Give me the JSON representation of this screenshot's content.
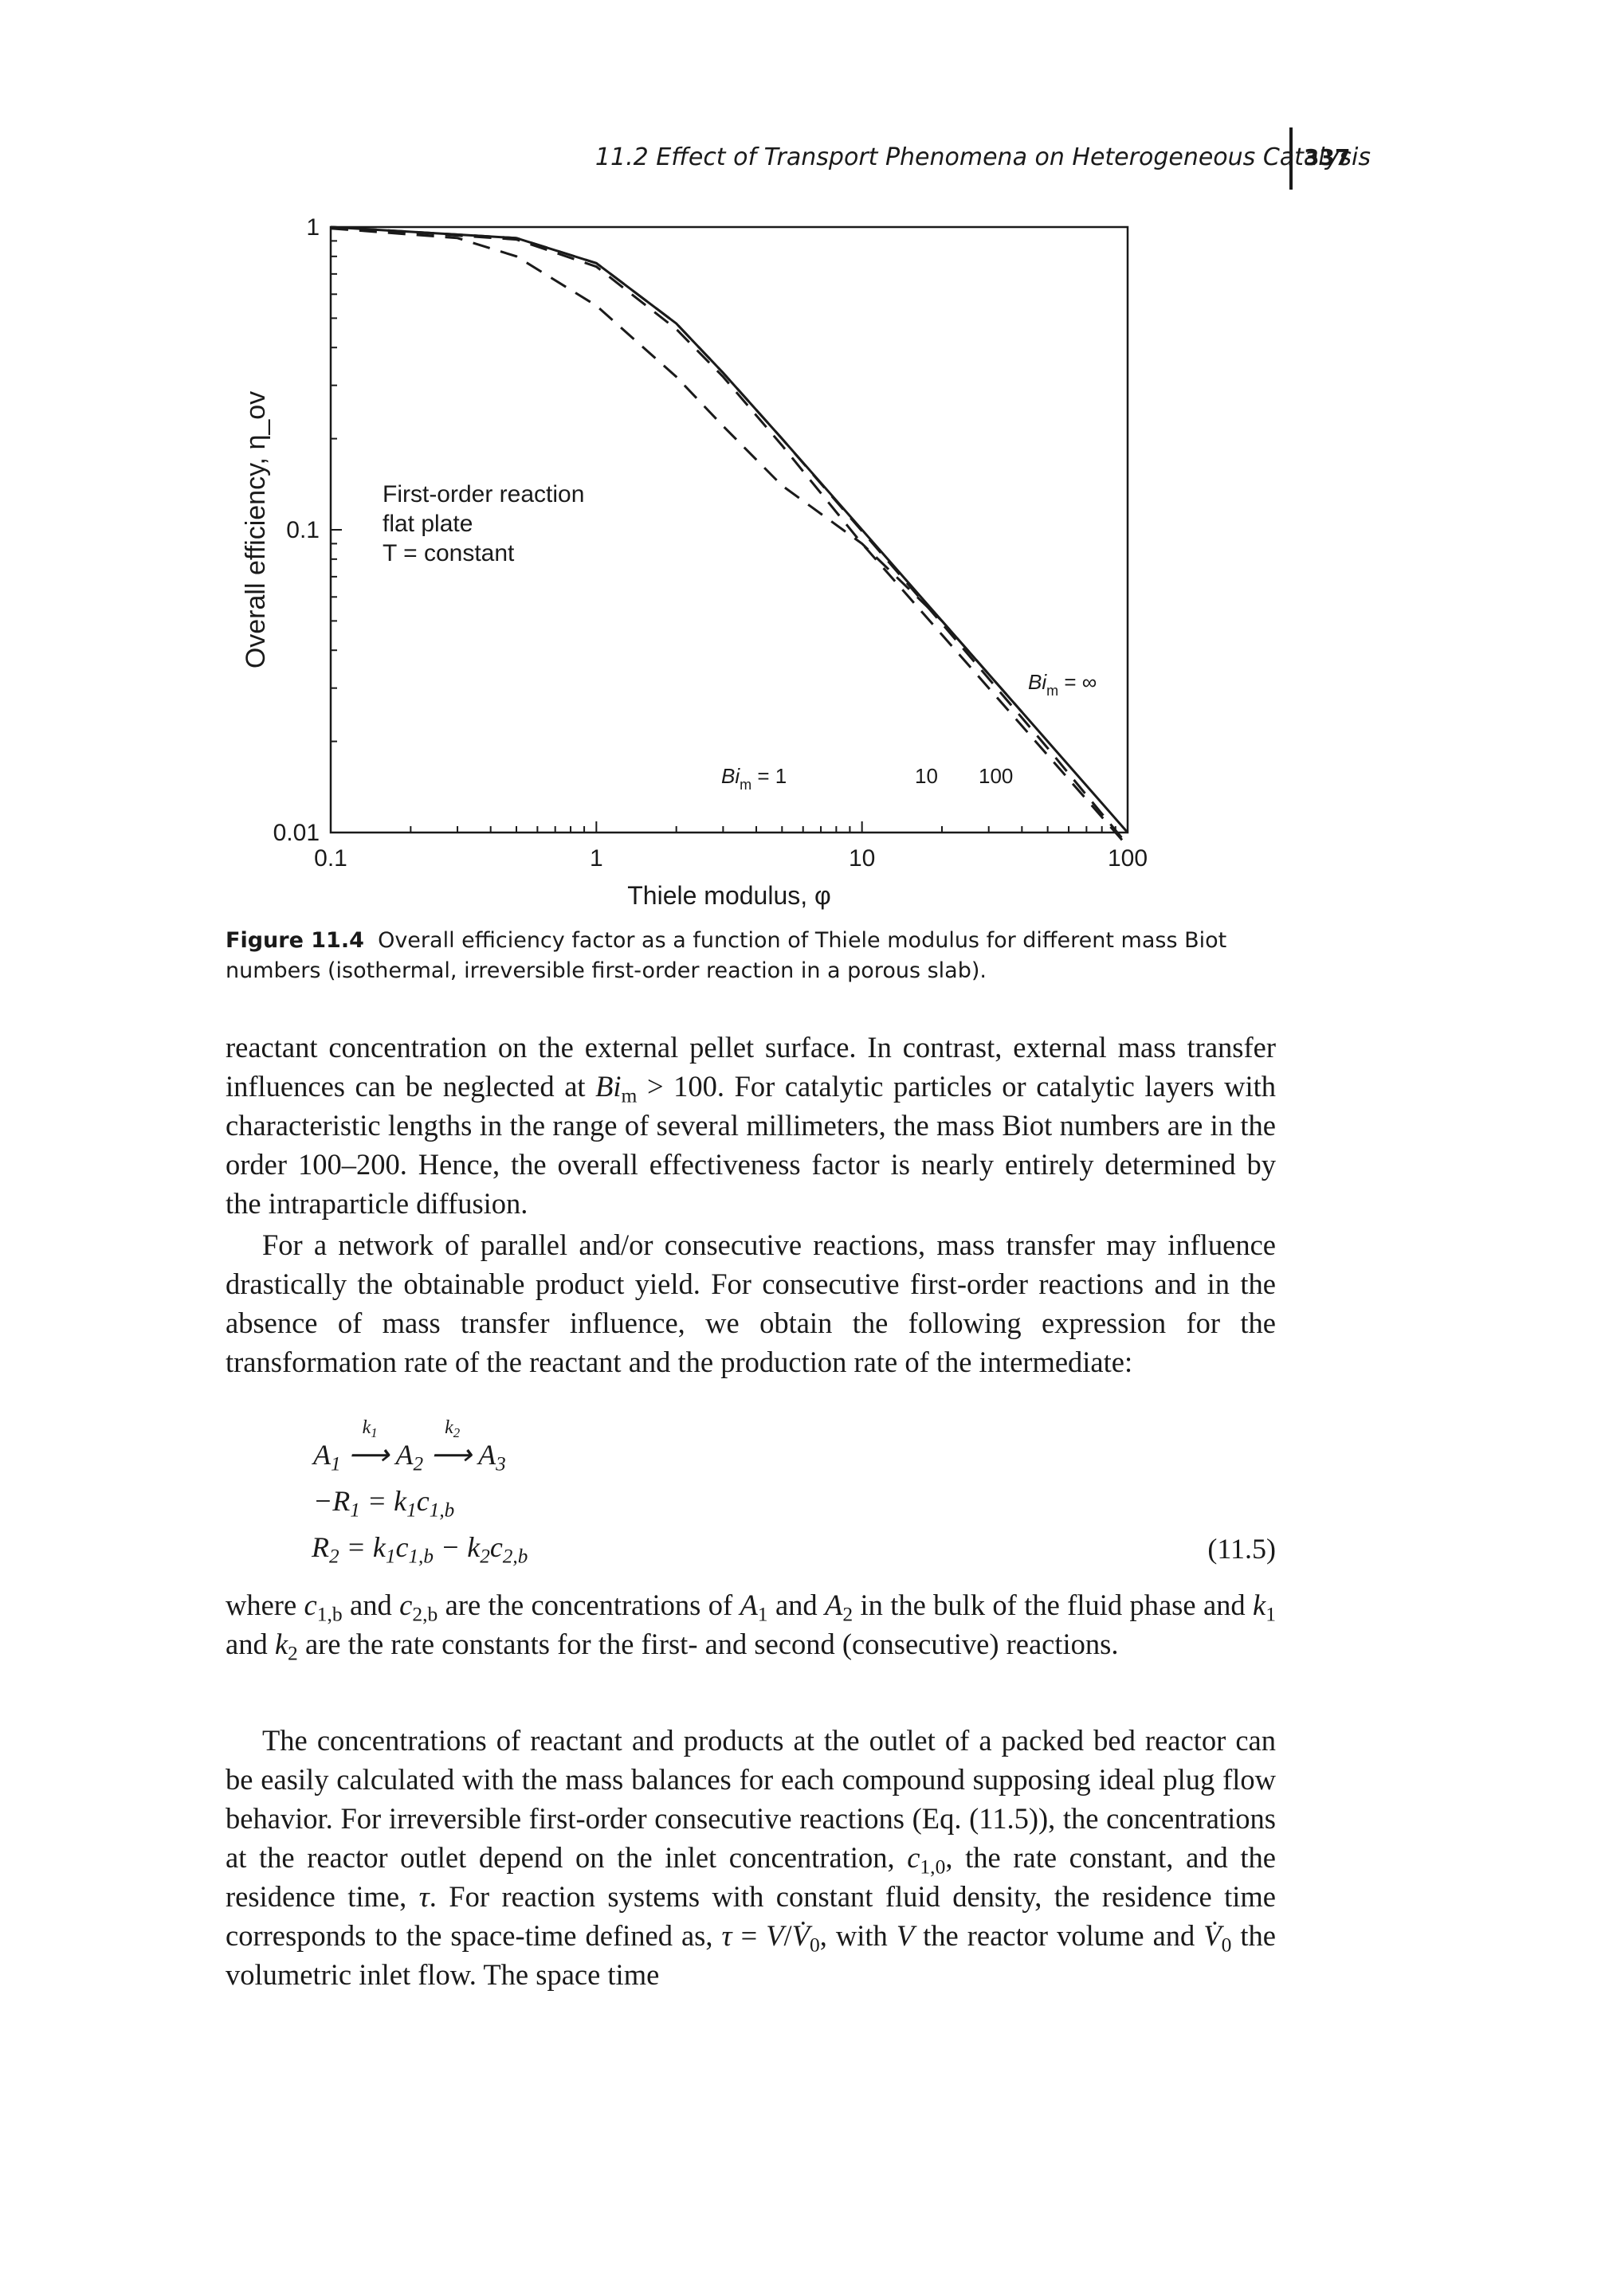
{
  "header": {
    "running_title": "11.2 Effect of Transport Phenomena on Heterogeneous Catalysis",
    "page_number": "337"
  },
  "chart_data": {
    "type": "line",
    "xscale": "log",
    "yscale": "log",
    "xlabel": "Thiele modulus, φ",
    "ylabel": "Overall efficiency, η_ov",
    "xlim": [
      0.1,
      100
    ],
    "ylim": [
      0.01,
      1
    ],
    "x_ticklabels": [
      "0.1",
      "1",
      "10",
      "100"
    ],
    "y_ticklabels": [
      "0.01",
      "0.1",
      "1"
    ],
    "annotation": [
      "First-order reaction",
      "flat plate",
      "T = constant"
    ],
    "series": [
      {
        "name": "Bi_m = 1",
        "bi": 1,
        "style": "dashed",
        "x": [
          0.1,
          0.3,
          0.5,
          1,
          2,
          3,
          5,
          10,
          20,
          40
        ],
        "y": [
          0.99,
          0.92,
          0.8,
          0.55,
          0.32,
          0.22,
          0.14,
          0.09,
          0.05,
          0.025
        ]
      },
      {
        "name": "10",
        "bi": 10,
        "style": "dashed",
        "x": [
          0.1,
          0.5,
          1,
          2,
          3,
          5,
          10,
          20,
          50,
          100
        ],
        "y": [
          1.0,
          0.91,
          0.74,
          0.46,
          0.32,
          0.19,
          0.09,
          0.045,
          0.018,
          0.009
        ]
      },
      {
        "name": "100",
        "bi": 100,
        "style": "dashed",
        "x": [
          0.1,
          0.5,
          1,
          2,
          3,
          5,
          10,
          20,
          50,
          100
        ],
        "y": [
          1.0,
          0.92,
          0.76,
          0.48,
          0.33,
          0.2,
          0.099,
          0.049,
          0.019,
          0.0091
        ]
      },
      {
        "name": "Bi_m = ∞",
        "bi": "inf",
        "style": "solid",
        "x": [
          0.1,
          0.5,
          1,
          2,
          3,
          5,
          10,
          20,
          50,
          100
        ],
        "y": [
          1.0,
          0.92,
          0.76,
          0.48,
          0.33,
          0.2,
          0.1,
          0.05,
          0.02,
          0.01
        ]
      }
    ],
    "curve_labels": [
      {
        "text": "Bi",
        "sub": "m",
        "rest": " = 1"
      },
      {
        "text": "10"
      },
      {
        "text": "100"
      },
      {
        "text": "Bi",
        "sub": "m",
        "rest": " = ∞"
      }
    ]
  },
  "caption": {
    "label": "Figure 11.4",
    "text": "Overall efficiency factor as a function of Thiele modulus for different mass Biot numbers (isothermal, irreversible first-order reaction in a porous slab)."
  },
  "body": {
    "p1": "reactant concentration on the external pellet surface. In contrast, external mass transfer influences can be neglected at Bi_m > 100. For catalytic particles or catalytic layers with characteristic lengths in the range of several millimeters, the mass Biot numbers are in the order 100–200. Hence, the overall effectiveness factor is nearly entirely determined by the intraparticle diffusion.",
    "p1_a": "reactant concentration on the external pellet surface. In contrast, external mass transfer influences can be neglected at ",
    "p1_b": "Bi",
    "p1_c": "m",
    "p1_d": " > 100. For catalytic particles or catalytic layers with characteristic lengths in the range of several millimeters, the mass Biot numbers are in the order 100–200. Hence, the overall effectiveness factor is nearly entirely determined by the intraparticle diffusion.",
    "p2": "For a network of parallel and/or consecutive reactions, mass transfer may influence drastically the obtainable product yield. For consecutive first-order reactions and in the absence of mass transfer influence, we obtain the following expression for the transformation rate of the reactant and the production rate of the intermediate:",
    "eq_number": "(11.5)",
    "p3_a": "where ",
    "p3_b": " and ",
    "p3_c": " are the concentrations of ",
    "p3_d": " and ",
    "p3_e": " in the bulk of the fluid phase and ",
    "p3_f": " and ",
    "p3_g": " are the rate constants for the first- and second (consecutive) reactions.",
    "p4_a": "The concentrations of reactant and products at the outlet of a packed bed reactor can be easily calculated with the mass balances for each compound supposing ideal plug flow behavior. For irreversible first-order consecutive reactions (Eq. (11.5)), the concentrations at the reactor outlet depend on the inlet concentration, ",
    "p4_b": ", the rate constant, and the residence time, ",
    "p4_c": ". For reaction systems with constant fluid density, the residence time corresponds to the space-time defined as, ",
    "p4_d": ", with ",
    "p4_e": " the reactor volume and ",
    "p4_f": " the volumetric inlet flow. The space time"
  }
}
